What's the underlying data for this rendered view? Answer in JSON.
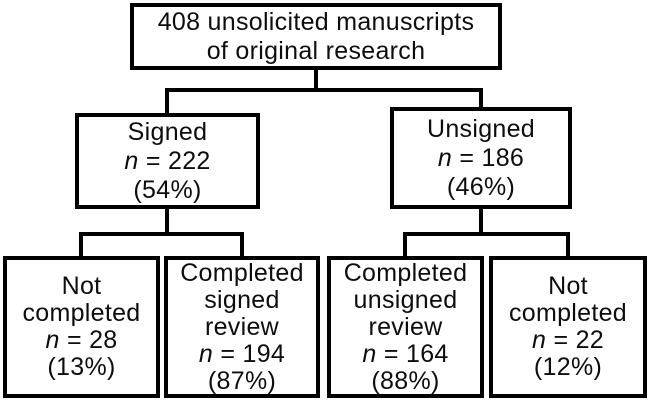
{
  "colors": {
    "line": "#000000",
    "background": "#ffffff",
    "text": "#0d0d0d"
  },
  "nodes": {
    "root": {
      "lines": [
        "408 unsolicited manuscripts",
        "of original research"
      ]
    },
    "signed": {
      "title": "Signed",
      "n_italic": "n",
      "n_rest": " = 222",
      "percent": "(54%)"
    },
    "unsigned": {
      "title": "Unsigned",
      "n_italic": "n",
      "n_rest": " = 186",
      "percent": "(46%)"
    },
    "not_completed_signed": {
      "lines": [
        "Not",
        "completed"
      ],
      "n_italic": "n",
      "n_rest": " = 28",
      "percent": "(13%)"
    },
    "completed_signed": {
      "lines": [
        "Completed",
        "signed",
        "review"
      ],
      "n_italic": "n",
      "n_rest": " = 194",
      "percent": "(87%)"
    },
    "completed_unsigned": {
      "lines": [
        "Completed",
        "unsigned",
        "review"
      ],
      "n_italic": "n",
      "n_rest": " = 164",
      "percent": "(88%)"
    },
    "not_completed_unsigned": {
      "lines": [
        "Not",
        "completed"
      ],
      "n_italic": "n",
      "n_rest": " = 22",
      "percent": "(12%)"
    }
  }
}
